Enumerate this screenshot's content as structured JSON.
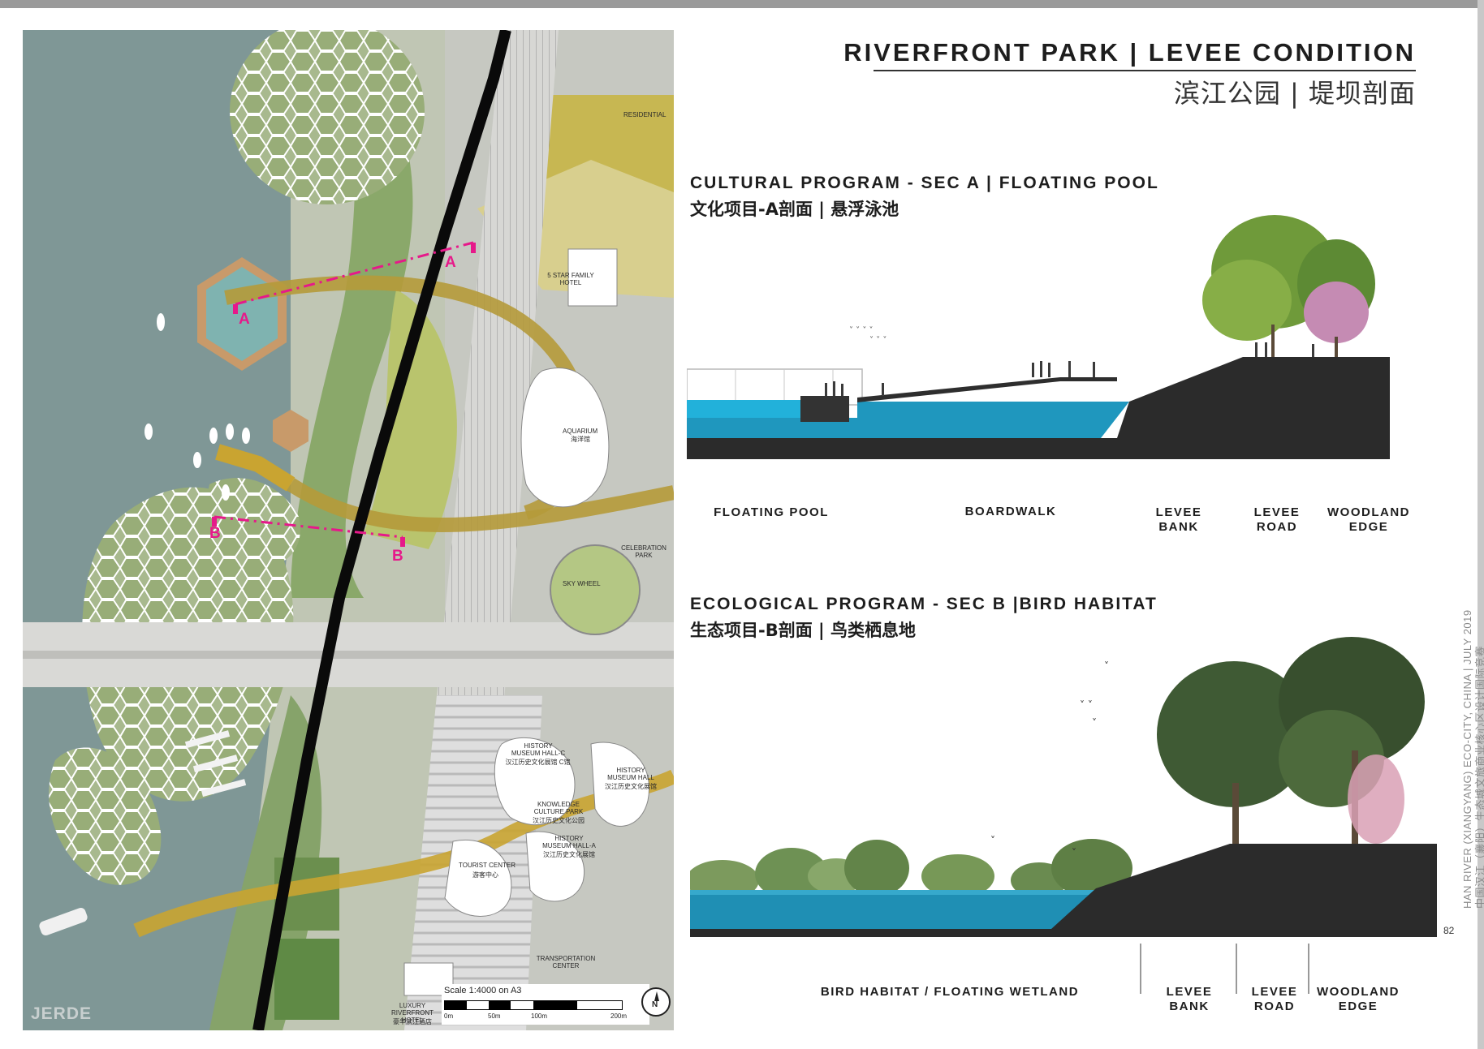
{
  "page": {
    "title": "RIVERFRONT PARK | LEVEE CONDITION",
    "title_cn": "滨江公园 | 堤坝剖面",
    "page_number": "82",
    "side_note_en": "HAN RIVER (XIANGYANG) ECO-CITY, CHINA | JULY 2019",
    "side_note_cn": "中国汉江（襄阳）生态城文旅商业核心区设计国际竞赛"
  },
  "plan": {
    "firm": "JERDE",
    "marker_a": "A",
    "marker_b": "B",
    "labels": {
      "residential": "RESIDENTIAL",
      "star_family_hotel": "5 STAR FAMILY HOTEL",
      "aquarium": "AQUARIUM",
      "aquarium_cn": "海洋馆",
      "celebration_park": "CELEBRATION PARK",
      "sky_wheel": "SKY WHEEL",
      "history_museum_c": "HISTORY MUSEUM HALL-C",
      "history_museum_c_cn": "汉江历史文化展馆 C馆",
      "history_museum_b": "HISTORY MUSEUM HALL",
      "history_museum_b_cn": "汉江历史文化展馆",
      "knowledge_park": "KNOWLEDGE CULTURE PARK",
      "knowledge_park_cn": "汉江历史文化公园",
      "history_museum_a": "HISTORY MUSEUM HALL-A",
      "history_museum_a_cn": "汉江历史文化展馆",
      "tourist_center": "TOURIST CENTER",
      "tourist_center_cn": "游客中心",
      "transportation_center": "TRANSPORTATION CENTER",
      "luxury_hotel": "LUXURY RIVERFRONT HOTEL",
      "luxury_hotel_cn": "豪华滨江酒店"
    },
    "scale": {
      "title": "Scale 1:4000 on A3",
      "ticks": [
        "0m",
        "50m",
        "100m",
        "200m"
      ]
    },
    "north_label": "N"
  },
  "section_a": {
    "title": "CULTURAL PROGRAM - SEC A  |  FLOATING POOL",
    "title_cn": "文化项目-A剖面 | 悬浮泳池",
    "zones": [
      {
        "label": "FLOATING POOL"
      },
      {
        "label": "BOARDWALK"
      },
      {
        "label": "LEVEE\nBANK"
      },
      {
        "label": "LEVEE\nROAD"
      },
      {
        "label": "WOODLAND\nEDGE"
      }
    ]
  },
  "section_b": {
    "title": "ECOLOGICAL PROGRAM - SEC B  |BIRD HABITAT",
    "title_cn": "生态项目-B剖面 | 鸟类栖息地",
    "zones": [
      {
        "label": "BIRD HABITAT / FLOATING WETLAND"
      },
      {
        "label": "LEVEE\nBANK"
      },
      {
        "label": "LEVEE\nROAD"
      },
      {
        "label": "WOODLAND\nEDGE"
      }
    ]
  },
  "colors": {
    "river": "#7f9796",
    "water": "#2aa3c6",
    "levee": "#2b2b2b",
    "marker": "#e6198a",
    "bridge": "#c9a431"
  }
}
